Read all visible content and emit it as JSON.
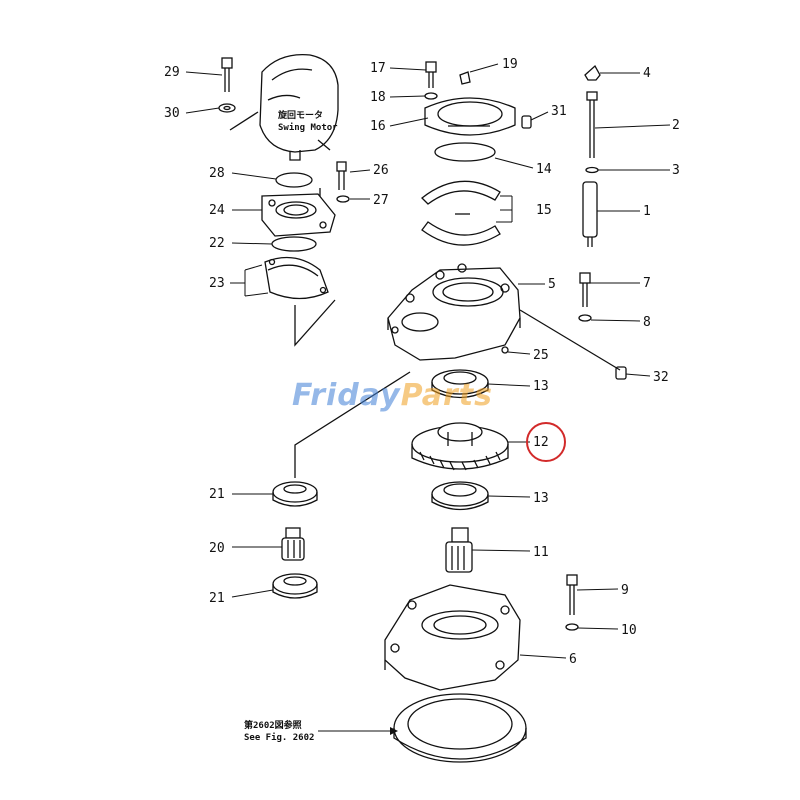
{
  "watermark": {
    "part1": "Friday",
    "part2": "Parts"
  },
  "notes": {
    "swing_motor_jp": "旋回モータ",
    "swing_motor_en": "Swing Motor",
    "see_fig_jp": "第2602図参照",
    "see_fig_en": "See Fig. 2602"
  },
  "callouts": {
    "c29": "29",
    "c30": "30",
    "c28": "28",
    "c24": "24",
    "c22": "22",
    "c23": "23",
    "c26": "26",
    "c27": "27",
    "c17": "17",
    "c18": "18",
    "c16": "16",
    "c19": "19",
    "c31": "31",
    "c14": "14",
    "c15": "15",
    "c4": "4",
    "c2": "2",
    "c3": "3",
    "c1": "1",
    "c5": "5",
    "c7": "7",
    "c8": "8",
    "c25": "25",
    "c32": "32",
    "c13a": "13",
    "c12": "12",
    "c13b": "13",
    "c21a": "21",
    "c20": "20",
    "c21b": "21",
    "c11": "11",
    "c9": "9",
    "c10": "10",
    "c6": "6"
  },
  "highlight": {
    "target": "12",
    "color": "#d22a2a"
  }
}
